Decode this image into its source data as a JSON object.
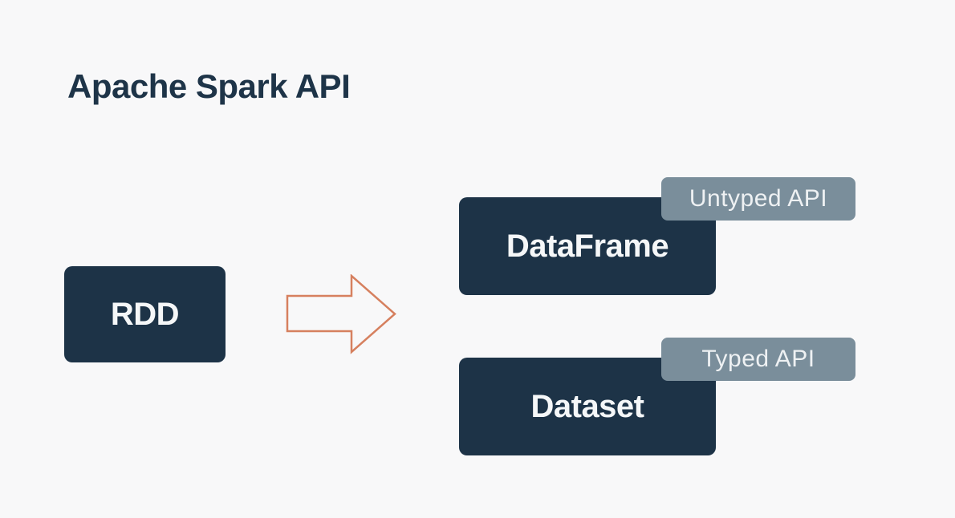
{
  "title": "Apache Spark API",
  "colors": {
    "background": "#f8f8f9",
    "node_fill": "#1d3347",
    "badge_fill": "#7a8e9b",
    "arrow_stroke": "#d6805f",
    "title_text": "#1e3448",
    "node_text": "#f5f7f8",
    "badge_text": "#eef1f3"
  },
  "diagram": {
    "source_node": {
      "label": "RDD"
    },
    "arrow_icon": "right-block-arrow",
    "target_nodes": [
      {
        "label": "DataFrame",
        "badge": "Untyped API"
      },
      {
        "label": "Dataset",
        "badge": "Typed API"
      }
    ]
  }
}
